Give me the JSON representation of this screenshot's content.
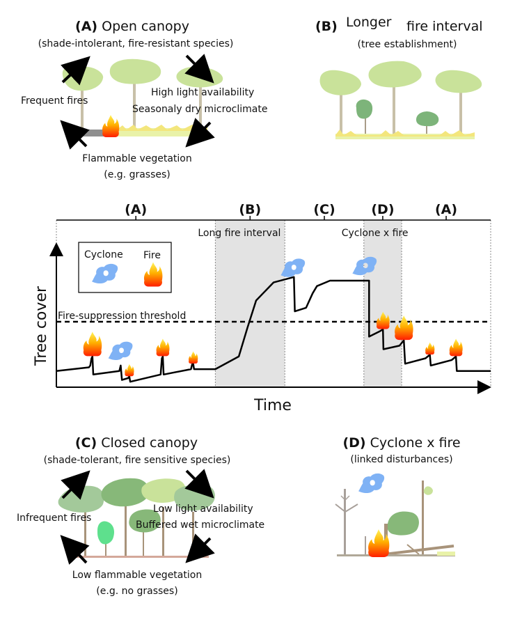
{
  "panel_a": {
    "letter": "(A)",
    "title": "Open canopy",
    "subtitle": "(shade-intolerant, fire-resistant species)",
    "label_left": "Frequent fires",
    "label_right_1": "High light availability",
    "label_right_2": "Seasonaly dry microclimate",
    "label_bottom_1": "Flammable vegetation",
    "label_bottom_2": "(e.g. grasses)"
  },
  "panel_b": {
    "letter": "(B)",
    "title_1": "Longer",
    "title_2": "fire interval",
    "subtitle": "(tree establishment)"
  },
  "panel_c": {
    "letter": "(C)",
    "title": "Closed canopy",
    "subtitle": "(shade-tolerant, fire sensitive species)",
    "label_left": "Infrequent fires",
    "label_right_1": "Low light availability",
    "label_right_2": "Buffered wet microclimate",
    "label_bottom_1": "Low flammable vegetation",
    "label_bottom_2": "(e.g. no grasses)"
  },
  "panel_d": {
    "letter": "(D)",
    "title": "Cyclone x fire",
    "subtitle": "(linked disturbances)"
  },
  "timeline": {
    "phases": [
      {
        "label": "(A)",
        "start": 0.0,
        "end": 0.366
      },
      {
        "label": "(B)",
        "start": 0.366,
        "end": 0.526
      },
      {
        "label": "(C)",
        "start": 0.526,
        "end": 0.708
      },
      {
        "label": "(D)",
        "start": 0.708,
        "end": 0.795
      },
      {
        "label": "(A)",
        "start": 0.795,
        "end": 1.0
      }
    ],
    "shaded_labels": {
      "b": "Long fire interval",
      "d": "Cyclone x fire"
    },
    "threshold_label": "Fire-suppression threshold",
    "xlabel": "Time",
    "ylabel": "Tree cover",
    "legend": {
      "cyclone": "Cyclone",
      "fire": "Fire"
    },
    "colors": {
      "shade": "#e3e3e3",
      "cyclone": "#7fb2f5",
      "fire_top": "#ffee44",
      "fire_bottom": "#ff2200"
    }
  },
  "chart_data": {
    "type": "line",
    "title": "",
    "xlabel": "Time",
    "ylabel": "Tree cover",
    "threshold": 0.41,
    "threshold_label": "Fire-suppression threshold",
    "series": [
      {
        "name": "Tree cover trajectory",
        "points": [
          [
            0.0,
            0.09
          ],
          [
            0.075,
            0.11
          ],
          [
            0.078,
            0.12
          ],
          [
            0.081,
            0.16
          ],
          [
            0.083,
            0.17
          ],
          [
            0.085,
            0.07
          ],
          [
            0.145,
            0.09
          ],
          [
            0.148,
            0.12
          ],
          [
            0.151,
            0.04
          ],
          [
            0.165,
            0.05
          ],
          [
            0.168,
            0.06
          ],
          [
            0.17,
            0.03
          ],
          [
            0.24,
            0.07
          ],
          [
            0.243,
            0.16
          ],
          [
            0.245,
            0.17
          ],
          [
            0.247,
            0.07
          ],
          [
            0.31,
            0.1
          ],
          [
            0.313,
            0.13
          ],
          [
            0.315,
            0.13
          ],
          [
            0.317,
            0.1
          ],
          [
            0.366,
            0.1
          ],
          [
            0.42,
            0.17
          ],
          [
            0.44,
            0.33
          ],
          [
            0.46,
            0.48
          ],
          [
            0.5,
            0.58
          ],
          [
            0.547,
            0.61
          ],
          [
            0.549,
            0.42
          ],
          [
            0.575,
            0.44
          ],
          [
            0.59,
            0.52
          ],
          [
            0.6,
            0.56
          ],
          [
            0.63,
            0.59
          ],
          [
            0.72,
            0.59
          ],
          [
            0.72,
            0.28
          ],
          [
            0.745,
            0.31
          ],
          [
            0.752,
            0.32
          ],
          [
            0.753,
            0.21
          ],
          [
            0.79,
            0.23
          ],
          [
            0.8,
            0.26
          ],
          [
            0.803,
            0.13
          ],
          [
            0.85,
            0.16
          ],
          [
            0.86,
            0.18
          ],
          [
            0.862,
            0.12
          ],
          [
            0.91,
            0.15
          ],
          [
            0.92,
            0.17
          ],
          [
            0.922,
            0.09
          ],
          [
            1.0,
            0.09
          ]
        ]
      }
    ],
    "events": [
      {
        "type": "fire",
        "x": 0.083,
        "size": "large"
      },
      {
        "type": "cyclone",
        "x": 0.148
      },
      {
        "type": "fire",
        "x": 0.168,
        "size": "small"
      },
      {
        "type": "fire",
        "x": 0.245,
        "size": "medium"
      },
      {
        "type": "fire",
        "x": 0.315,
        "size": "small"
      },
      {
        "type": "cyclone",
        "x": 0.545
      },
      {
        "type": "cyclone",
        "x": 0.71
      },
      {
        "type": "fire",
        "x": 0.752,
        "size": "medium"
      },
      {
        "type": "fire",
        "x": 0.8,
        "size": "large"
      },
      {
        "type": "fire",
        "x": 0.86,
        "size": "small"
      },
      {
        "type": "fire",
        "x": 0.92,
        "size": "medium"
      }
    ],
    "xlim": [
      0,
      1
    ],
    "ylim": [
      0,
      1
    ]
  }
}
